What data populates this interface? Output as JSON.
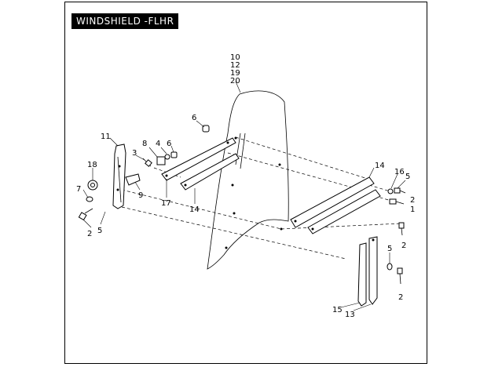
{
  "title": "WINDSHIELD -FLHR",
  "part_labels": {
    "p10": "10",
    "p12": "12",
    "p19": "19",
    "p20": "20",
    "p6a": "6",
    "p11": "11",
    "p8": "8",
    "p4": "4",
    "p6b": "6",
    "p3": "3",
    "p18": "18",
    "p7": "7",
    "p9": "9",
    "p17": "17",
    "p14a": "14",
    "p2a": "2",
    "p5a": "5",
    "p14b": "14",
    "p16": "16",
    "p5b": "5",
    "p2b": "2",
    "p1": "1",
    "p2c": "2",
    "p5c": "5",
    "p2d": "2",
    "p15": "15",
    "p13": "13"
  }
}
